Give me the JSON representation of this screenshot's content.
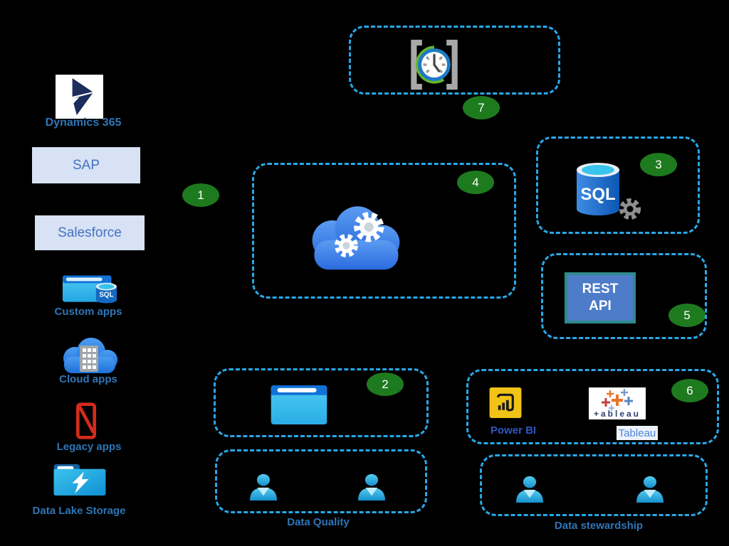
{
  "palette": {
    "background": "#000000",
    "dash_blue": "#29a8e8",
    "badge_green": "#1e7a1e",
    "label_blue": "#2e75b6",
    "source_box_fill": "#d7e2f4",
    "source_box_text": "#4472c4",
    "rest_api_fill": "#4d7cc8",
    "rest_api_border": "#2f8a8a",
    "power_bi_yellow": "#f0c316",
    "legacy_red": "#d42b1c"
  },
  "left_column": {
    "dynamics": {
      "label": "Dynamics 365"
    },
    "sap": {
      "label": "SAP"
    },
    "salesforce": {
      "label": "Salesforce"
    },
    "custom_apps": {
      "label": "Custom apps",
      "icon_text": "SQL"
    },
    "cloud_apps": {
      "label": "Cloud apps"
    },
    "legacy_apps": {
      "label": "Legacy apps"
    },
    "data_lake": {
      "label": "Data Lake Storage"
    }
  },
  "badges": {
    "step1": "1",
    "step2": "2",
    "step3": "3",
    "step4": "4",
    "step5": "5",
    "step6": "6",
    "step7": "7"
  },
  "boxes": {
    "sql_db": {
      "icon_text": "SQL"
    },
    "rest_api": {
      "line1": "REST",
      "line2": "API"
    },
    "consume": {
      "power_bi_label": "Power BI",
      "tableau_label": "Tableau",
      "tableau_logo_text": "+ableau"
    },
    "data_quality": {
      "label": "Data Quality"
    },
    "data_stewardship": {
      "label": "Data stewardship"
    }
  }
}
